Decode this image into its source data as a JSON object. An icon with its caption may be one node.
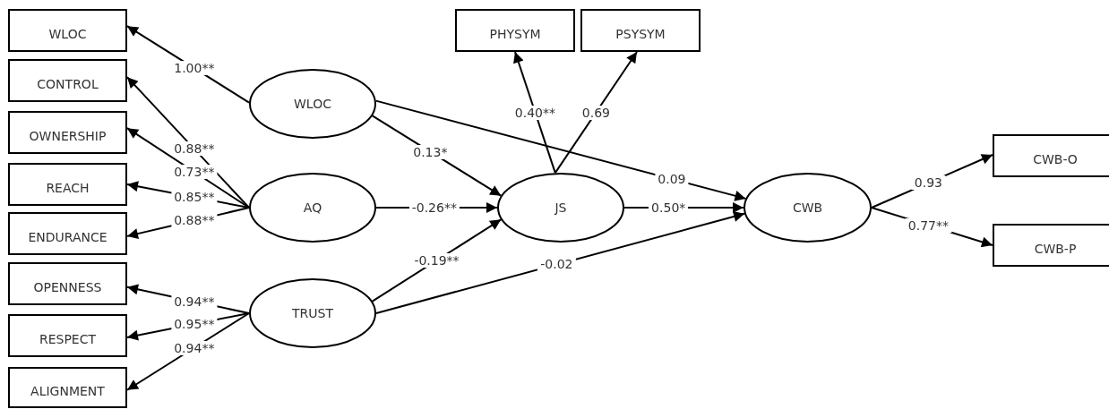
{
  "diagram": {
    "nodes": [
      {
        "text": [
          "WLOC"
        ]
      },
      {
        "text": [
          "CONTROL"
        ]
      },
      {
        "text": [
          "OWNERSHIP"
        ]
      },
      {
        "text": [
          "REACH"
        ]
      },
      {
        "text": [
          "ENDURANCE"
        ]
      },
      {
        "text": [
          "OPENNESS"
        ]
      },
      {
        "text": [
          "RESPECT"
        ]
      },
      {
        "text": [
          "ALIGNMENT"
        ]
      },
      {
        "text": [
          "PHYSYM"
        ]
      },
      {
        "text": [
          "PSYSYM"
        ]
      },
      {
        "text": [
          "WLOC"
        ]
      },
      {
        "text": [
          "AQ"
        ]
      },
      {
        "text": [
          "TRUST"
        ]
      },
      {
        "text": [
          "JS"
        ]
      },
      {
        "text": [
          "CWB"
        ]
      },
      {
        "text": [
          "CWB-O"
        ]
      },
      {
        "text": [
          "CWB-P"
        ]
      }
    ],
    "edges": [
      {
        "from": 10,
        "to": 0,
        "arrow": "to",
        "label": "1.00**"
      },
      {
        "from": 11,
        "to": 1,
        "arrow": "to",
        "label": "0.88**"
      },
      {
        "from": 11,
        "to": 2,
        "arrow": "to",
        "label": "0.73**"
      },
      {
        "from": 11,
        "to": 3,
        "arrow": "to",
        "label": "0.85**"
      },
      {
        "from": 11,
        "to": 4,
        "arrow": "to",
        "label": "0.88**"
      },
      {
        "from": 12,
        "to": 5,
        "arrow": "to",
        "label": "0.94**"
      },
      {
        "from": 12,
        "to": 6,
        "arrow": "to",
        "label": "0.95**"
      },
      {
        "from": 12,
        "to": 7,
        "arrow": "to",
        "label": "0.94**"
      },
      {
        "from": 13,
        "to": 8,
        "arrow": "to",
        "label": "0.40**"
      },
      {
        "from": 13,
        "to": 9,
        "arrow": "to",
        "label": "0.69"
      },
      {
        "from": 10,
        "to": 13,
        "arrow": "to",
        "label": "0.13*"
      },
      {
        "from": 11,
        "to": 13,
        "arrow": "to",
        "label": "-0.26**"
      },
      {
        "from": 12,
        "to": 13,
        "arrow": "to",
        "label": "-0.19**"
      },
      {
        "from": 10,
        "to": 14,
        "arrow": "to",
        "label": "0.09"
      },
      {
        "from": 13,
        "to": 14,
        "arrow": "to",
        "label": "0.50*"
      },
      {
        "from": 12,
        "to": 14,
        "arrow": "to",
        "label": "-0.02"
      },
      {
        "from": 14,
        "to": 15,
        "arrow": "to",
        "label": "0.93"
      },
      {
        "from": 14,
        "to": 16,
        "arrow": "to",
        "label": "0.77**"
      }
    ]
  }
}
